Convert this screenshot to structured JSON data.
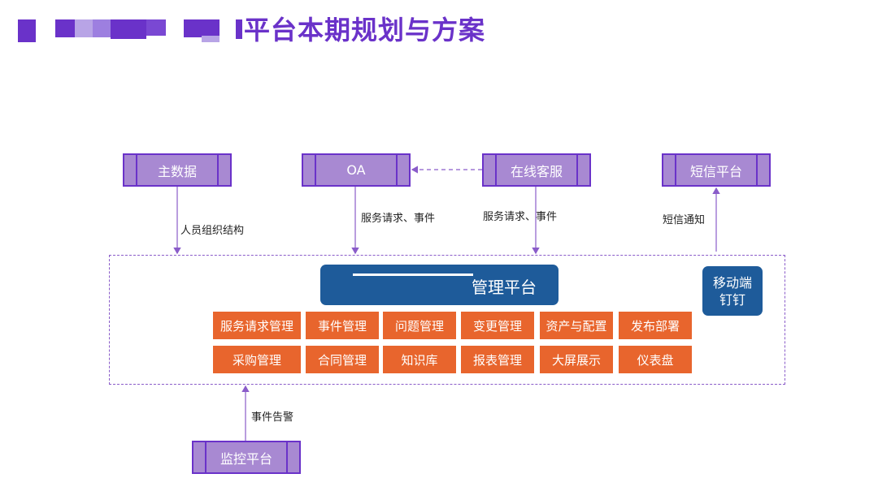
{
  "header": {
    "title": "平台本期规划与方案"
  },
  "nodes": {
    "master_data": "主数据",
    "oa": "OA",
    "online_service": "在线客服",
    "sms_platform": "短信平台",
    "monitoring_platform": "监控平台"
  },
  "connections": {
    "org_structure": "人员组织结构",
    "oa_request": "服务请求、事件",
    "online_request": "服务请求、事件",
    "sms_notify": "短信通知",
    "event_alarm": "事件告警"
  },
  "platform": {
    "name_visible": "管理平台"
  },
  "mobile": {
    "line1": "移动端",
    "line2": "钉钉"
  },
  "modules_row1": [
    "服务请求管理",
    "事件管理",
    "问题管理",
    "变更管理",
    "资产与配置",
    "发布部署"
  ],
  "modules_row2": [
    "采购管理",
    "合同管理",
    "知识库",
    "报表管理",
    "大屏展示",
    "仪表盘"
  ],
  "colors": {
    "purple_border": "#6a32c9",
    "purple_fill": "#a889d2",
    "platform_blue": "#1e5b9a",
    "module_orange": "#e8652d"
  }
}
